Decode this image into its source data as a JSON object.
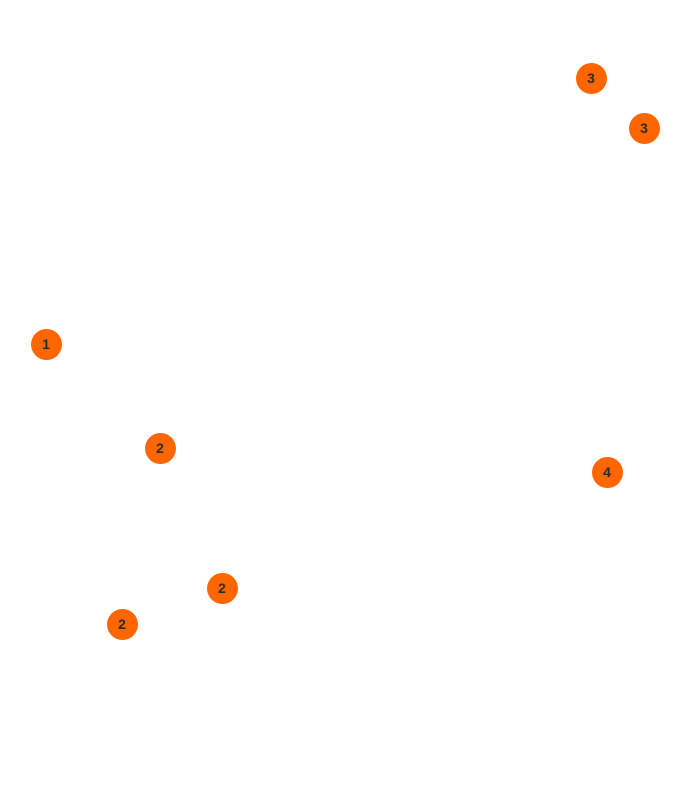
{
  "markers": [
    {
      "label": "1"
    },
    {
      "label": "2"
    },
    {
      "label": "2"
    },
    {
      "label": "2"
    },
    {
      "label": "3"
    },
    {
      "label": "3"
    },
    {
      "label": "4"
    }
  ],
  "colors": {
    "background": "#ffffff",
    "marker_fill": "#ff6600",
    "marker_text": "#2b2b2b"
  }
}
